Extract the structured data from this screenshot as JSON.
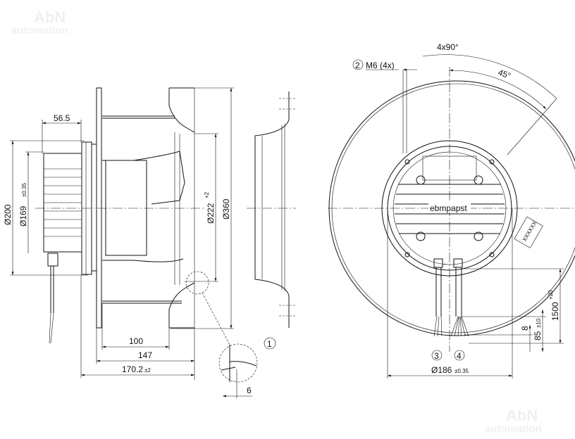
{
  "watermark": {
    "line1": "AbN",
    "line2": "automation"
  },
  "side_view": {
    "dim_56_5": "56.5",
    "dim_d200": "Ø200",
    "dim_d169": "Ø169",
    "dim_d169_tol": "±0.35",
    "dim_d222": "Ø222",
    "dim_d222_tol": "+2",
    "dim_d360": "Ø360",
    "dim_100": "100",
    "dim_147": "147",
    "dim_170_2": "170.2",
    "dim_170_2_tol": "±2",
    "dim_6": "6",
    "callout_1": "1"
  },
  "front_view": {
    "angle_4x90": "4x90°",
    "angle_45": "45°",
    "callout_2": "2",
    "thread_label": "M6 (4x)",
    "brand": "ebmpapst",
    "callout_3": "3",
    "callout_4": "4",
    "dim_d186": "Ø186",
    "dim_d186_tol": "±0.35",
    "dim_1500": "1500",
    "dim_1500_tol": "+20",
    "dim_85": "85",
    "dim_85_tol": "±10",
    "dim_8": "8",
    "label_code": "XXXXXX"
  }
}
